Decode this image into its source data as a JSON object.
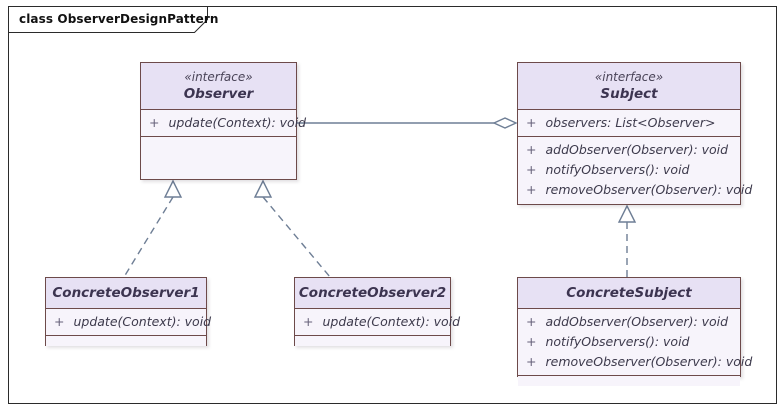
{
  "frame": {
    "title": "class ObserverDesignPattern"
  },
  "colors": {
    "frame_border": "#2b2b2b",
    "box_border": "#6d4a4a",
    "head_fill": "#e7e1f4",
    "body_fill": "#f7f4fb",
    "connector": "#6e7e95"
  },
  "classes": {
    "observer": {
      "stereotype": "«interface»",
      "name": "Observer",
      "methods": [
        {
          "vis": "+",
          "text": "update(Context): void"
        }
      ]
    },
    "subject": {
      "stereotype": "«interface»",
      "name": "Subject",
      "attributes": [
        {
          "vis": "+",
          "text": "observers: List<Observer>"
        }
      ],
      "methods": [
        {
          "vis": "+",
          "text": "addObserver(Observer): void"
        },
        {
          "vis": "+",
          "text": "notifyObservers(): void"
        },
        {
          "vis": "+",
          "text": "removeObserver(Observer): void"
        }
      ]
    },
    "concrete_observer_1": {
      "name": "ConcreteObserver1",
      "methods": [
        {
          "vis": "+",
          "text": "update(Context): void"
        }
      ]
    },
    "concrete_observer_2": {
      "name": "ConcreteObserver2",
      "methods": [
        {
          "vis": "+",
          "text": "update(Context): void"
        }
      ]
    },
    "concrete_subject": {
      "name": "ConcreteSubject",
      "methods": [
        {
          "vis": "+",
          "text": "addObserver(Observer): void"
        },
        {
          "vis": "+",
          "text": "notifyObservers(): void"
        },
        {
          "vis": "+",
          "text": "removeObserver(Observer): void"
        }
      ]
    }
  },
  "relationships": [
    {
      "type": "aggregation",
      "from": "Subject",
      "to": "Observer"
    },
    {
      "type": "realization",
      "from": "ConcreteObserver1",
      "to": "Observer"
    },
    {
      "type": "realization",
      "from": "ConcreteObserver2",
      "to": "Observer"
    },
    {
      "type": "realization",
      "from": "ConcreteSubject",
      "to": "Subject"
    }
  ]
}
